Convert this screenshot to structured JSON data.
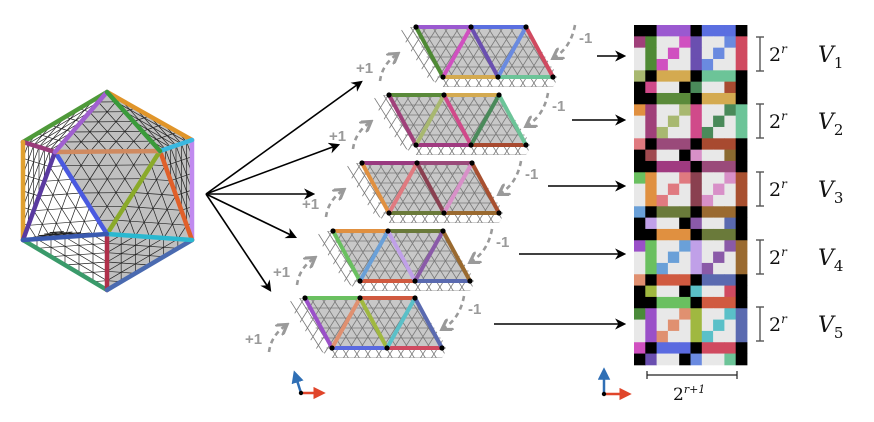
{
  "figure": {
    "description": "Icosahedron mesh unfolded into five rhombic strips mapped to 2D image blocks V1..V5",
    "shift_up_label": "+1",
    "shift_down_label": "-1",
    "block_height_label_base": "2",
    "block_height_label_exp": "r",
    "width_label_base": "2",
    "width_label_exp": "r+1",
    "block_labels": [
      {
        "letter": "V",
        "sub": "1"
      },
      {
        "letter": "V",
        "sub": "2"
      },
      {
        "letter": "V",
        "sub": "3"
      },
      {
        "letter": "V",
        "sub": "4"
      },
      {
        "letter": "V",
        "sub": "5"
      }
    ],
    "axis_colors": {
      "up": "#2f6fb5",
      "right": "#e0452a"
    },
    "icosahedron_edge_colors": [
      "#4f9a3a",
      "#e0952a",
      "#c08aef",
      "#9a3a7a",
      "#e0a030",
      "#3a9a6a",
      "#b0304a",
      "#4a6ab0",
      "#e0602a",
      "#8aaa2a",
      "#4a5ae0",
      "#5a3aa0",
      "#2ab8d0",
      "#d08a60",
      "#a060d0"
    ],
    "strips": [
      {
        "top": [
          "#9b59d0",
          "#5b6fe0"
        ],
        "bottom": [
          "#d4aa50",
          "#6cc498"
        ],
        "diag": [
          "#4f8a35",
          "#d050c0",
          "#6a4fb0",
          "#6a8ae0",
          "#d04a60"
        ]
      },
      {
        "top": [
          "#5a8a3a",
          "#d4aa50"
        ],
        "bottom": [
          "#a03a80",
          "#a84a30"
        ],
        "diag": [
          "#a0407a",
          "#a8b870",
          "#d04a8a",
          "#4a8a5a",
          "#6cc498"
        ]
      },
      {
        "top": [
          "#9a3a80",
          "#9a4a7a"
        ],
        "bottom": [
          "#6a7a3a",
          "#9a6a30"
        ],
        "diag": [
          "#e09040",
          "#e07a80",
          "#8a4050",
          "#d890c8",
          "#a85030"
        ]
      },
      {
        "top": [
          "#e09040",
          "#6a7a3a"
        ],
        "bottom": [
          "#d05a40",
          "#5a6ab0"
        ],
        "diag": [
          "#6ac060",
          "#6aa0d8",
          "#c0a0e8",
          "#8a5aa8",
          "#9a6a30"
        ]
      },
      {
        "top": [
          "#6ac060",
          "#d05a40"
        ],
        "bottom": [
          "#5a6ae0",
          "#d04a60"
        ],
        "diag": [
          "#9a50c8",
          "#e09070",
          "#a0b840",
          "#5ac0c8",
          "#5a6ab0"
        ]
      }
    ],
    "matrix": {
      "palette": {
        "K": "#000000",
        "W": "#e8e8e8",
        "pu": "#9b59d0",
        "bl": "#5b6fe0",
        "mg": "#a0407a",
        "gr": "#4f8a35",
        "pk": "#d050c0",
        "in": "#6a4fb0",
        "lb": "#6a8ae0",
        "rd": "#d04a60",
        "ol": "#a8b870",
        "go": "#d4aa50",
        "mi": "#6cc498",
        "p2": "#d04a8a",
        "dg": "#4a8a5a",
        "br": "#a84a30",
        "g2": "#5a8a3a",
        "or": "#e09040",
        "sa": "#e07a80",
        "pl": "#9a4a7a",
        "ma": "#a04a50",
        "oc": "#d890c8",
        "tn": "#8a6a30",
        "m2": "#a03a80",
        "lg": "#6ac060",
        "mr": "#8a4050",
        "ru": "#a85030",
        "sk": "#6aa0d8",
        "od": "#6a7a3a",
        "bt": "#9a6a30",
        "lv": "#c0a0e8",
        "p3": "#8a5aa8",
        "sl": "#5a6ab0",
        "vi": "#9a50c8",
        "s2": "#e09070",
        "ro": "#d05a40",
        "yg": "#a0b840",
        "cy": "#5ac0c8",
        "cr": "#d04a60",
        "d2": "#4a8a3a",
        "mp": "#d050c0",
        "b2": "#5a6ae0"
      },
      "rows": [
        [
          "K",
          "K",
          "pu",
          "pu",
          "pu",
          "K",
          "bl",
          "bl",
          "bl",
          "K"
        ],
        [
          "mg",
          "gr",
          "W",
          "W",
          "pk",
          "in",
          "W",
          "W",
          "lb",
          "rd"
        ],
        [
          "W",
          "gr",
          "W",
          "pk",
          "W",
          "in",
          "W",
          "lb",
          "W",
          "rd"
        ],
        [
          "W",
          "gr",
          "pk",
          "W",
          "W",
          "in",
          "lb",
          "W",
          "W",
          "rd"
        ],
        [
          "ol",
          "K",
          "go",
          "go",
          "go",
          "K",
          "mi",
          "mi",
          "mi",
          "K"
        ],
        [
          "K",
          "p2",
          "W",
          "W",
          "K",
          "dg",
          "W",
          "W",
          "br",
          "K"
        ],
        [
          "K",
          "K",
          "g2",
          "g2",
          "g2",
          "K",
          "go",
          "go",
          "go",
          "K"
        ],
        [
          "or",
          "mg",
          "W",
          "W",
          "ol",
          "p2",
          "W",
          "W",
          "dg",
          "mi"
        ],
        [
          "W",
          "mg",
          "W",
          "ol",
          "W",
          "p2",
          "W",
          "dg",
          "W",
          "mi"
        ],
        [
          "W",
          "mg",
          "ol",
          "W",
          "W",
          "p2",
          "dg",
          "W",
          "W",
          "mi"
        ],
        [
          "sa",
          "K",
          "pl",
          "pl",
          "pl",
          "K",
          "br",
          "br",
          "br",
          "K"
        ],
        [
          "K",
          "ma",
          "W",
          "W",
          "K",
          "oc",
          "W",
          "W",
          "tn",
          "K"
        ],
        [
          "K",
          "K",
          "m2",
          "m2",
          "m2",
          "K",
          "pl",
          "pl",
          "pl",
          "K"
        ],
        [
          "lg",
          "or",
          "W",
          "W",
          "sa",
          "mr",
          "W",
          "W",
          "oc",
          "ru"
        ],
        [
          "W",
          "or",
          "W",
          "sa",
          "W",
          "mr",
          "W",
          "oc",
          "W",
          "ru"
        ],
        [
          "W",
          "or",
          "sa",
          "W",
          "W",
          "mr",
          "oc",
          "W",
          "W",
          "ru"
        ],
        [
          "sk",
          "K",
          "od",
          "od",
          "od",
          "K",
          "bt",
          "bt",
          "bt",
          "K"
        ],
        [
          "K",
          "lv",
          "W",
          "W",
          "K",
          "p3",
          "W",
          "W",
          "sl",
          "K"
        ],
        [
          "K",
          "K",
          "or",
          "or",
          "or",
          "K",
          "od",
          "od",
          "od",
          "K"
        ],
        [
          "vi",
          "lg",
          "W",
          "W",
          "sk",
          "lv",
          "W",
          "W",
          "p3",
          "bt"
        ],
        [
          "W",
          "lg",
          "W",
          "sk",
          "W",
          "lv",
          "W",
          "p3",
          "W",
          "bt"
        ],
        [
          "W",
          "lg",
          "sk",
          "W",
          "W",
          "lv",
          "p3",
          "W",
          "W",
          "bt"
        ],
        [
          "s2",
          "K",
          "ro",
          "ro",
          "ro",
          "K",
          "sl",
          "sl",
          "sl",
          "K"
        ],
        [
          "K",
          "yg",
          "W",
          "W",
          "K",
          "cy",
          "W",
          "W",
          "cr",
          "K"
        ],
        [
          "K",
          "K",
          "lg",
          "lg",
          "lg",
          "K",
          "ro",
          "ro",
          "ro",
          "K"
        ],
        [
          "d2",
          "vi",
          "W",
          "W",
          "s2",
          "yg",
          "W",
          "W",
          "cy",
          "sl"
        ],
        [
          "W",
          "vi",
          "W",
          "s2",
          "W",
          "yg",
          "W",
          "cy",
          "W",
          "sl"
        ],
        [
          "W",
          "vi",
          "s2",
          "W",
          "W",
          "yg",
          "cy",
          "W",
          "W",
          "sl"
        ],
        [
          "mp",
          "K",
          "b2",
          "b2",
          "b2",
          "K",
          "cr",
          "cr",
          "cr",
          "K"
        ],
        [
          "K",
          "in",
          "W",
          "W",
          "K",
          "lb",
          "W",
          "W",
          "mi",
          "K"
        ]
      ]
    }
  }
}
